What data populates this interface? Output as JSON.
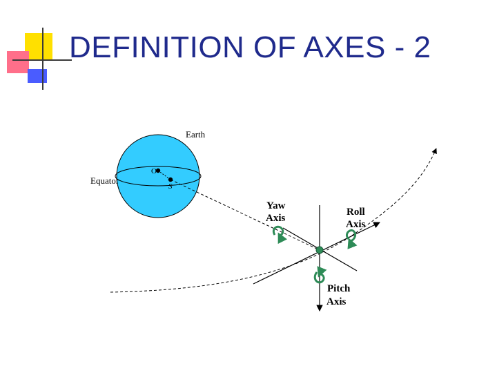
{
  "slide": {
    "title": "DEFINITION OF AXES - 2"
  },
  "diagram": {
    "earth_label": "Earth",
    "equator_label": "Equator",
    "center_label": "O",
    "sub_point_label": "S",
    "yaw_label_line1": "Yaw",
    "yaw_label_line2": "Axis",
    "roll_label_line1": "Roll",
    "roll_label_line2": "Axis",
    "pitch_label_line1": "Pitch",
    "pitch_label_line2": "Axis",
    "colors": {
      "earth_fill": "#33ccff",
      "title": "#1f2a8c",
      "satellite": "#2e8b57",
      "rotation_arrow": "#2e8b57",
      "deco_yellow": "#ffe000",
      "deco_red": "#ff5c7a",
      "deco_blue": "#3b55ff"
    }
  }
}
